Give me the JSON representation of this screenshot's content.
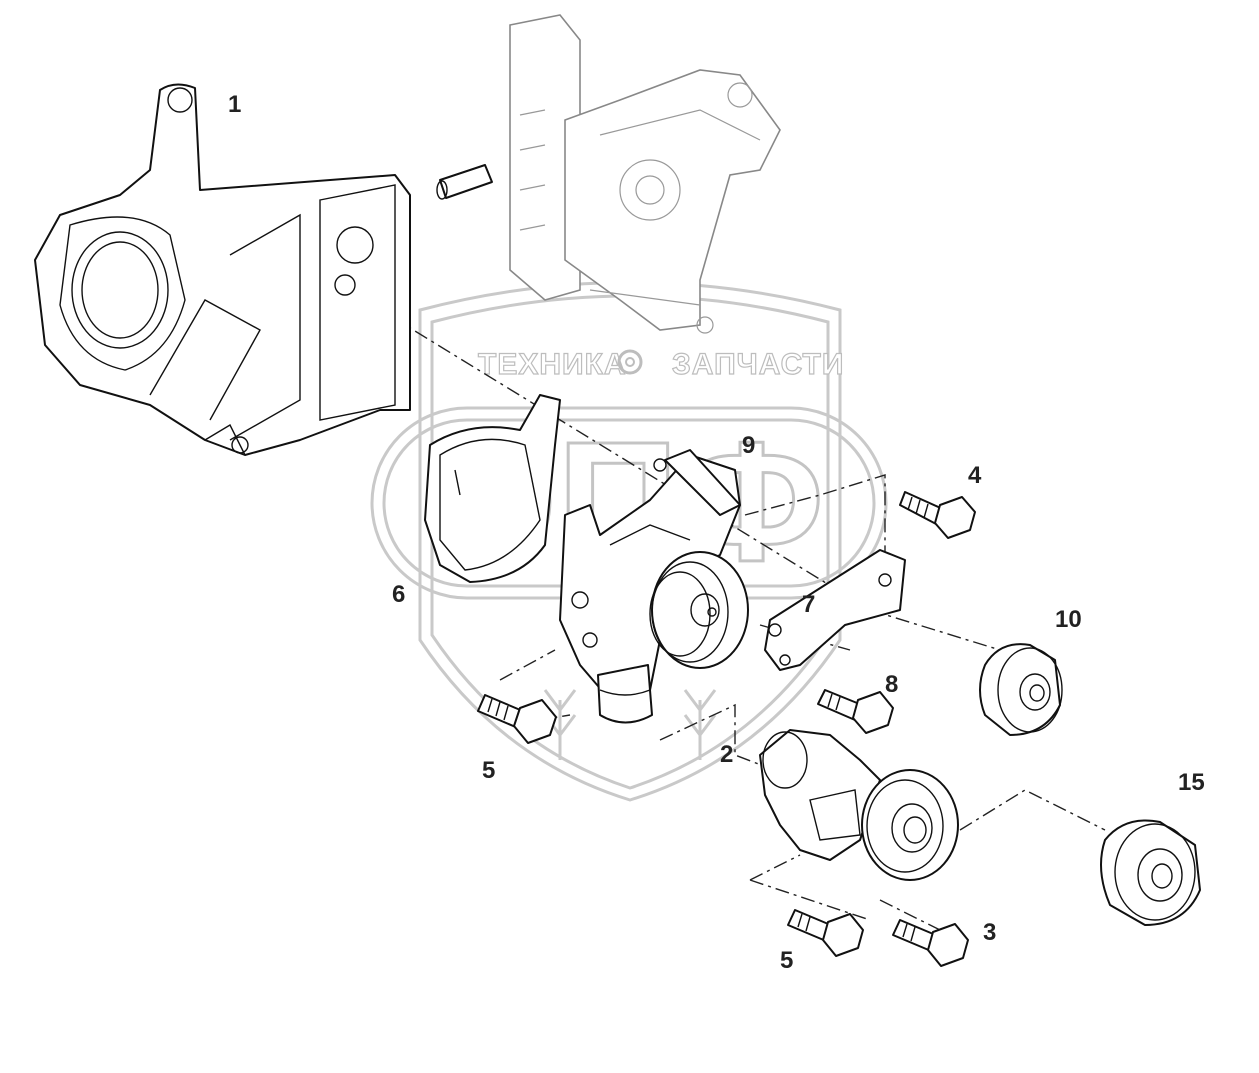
{
  "watermark": {
    "brand_left": "ТЕХНИКА",
    "brand_right": "ЗАПЧАСТИ",
    "logo_letters": "ЭПФ",
    "color": "#c9c9c9"
  },
  "callouts": {
    "c1": "1",
    "c2": "2",
    "c3": "3",
    "c4": "4",
    "c5a": "5",
    "c5b": "5",
    "c6": "6",
    "c7": "7",
    "c8": "8",
    "c9": "9",
    "c10": "10",
    "c15": "15"
  }
}
